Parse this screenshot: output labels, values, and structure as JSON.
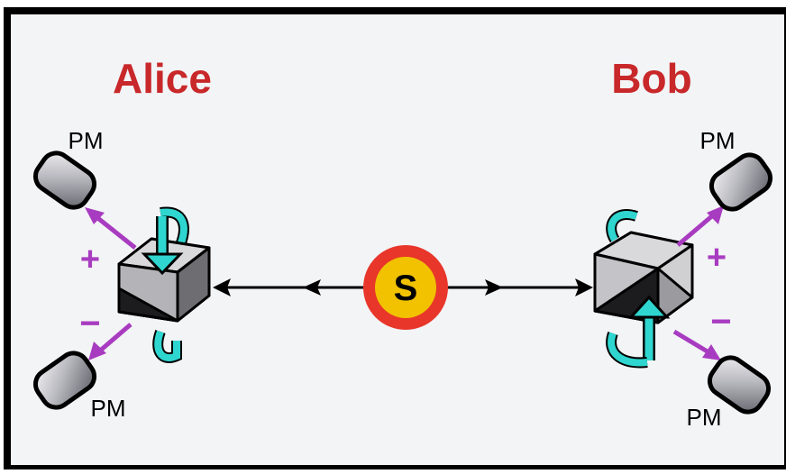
{
  "alice": {
    "name": "Alice",
    "detector_top": "PM",
    "detector_bottom": "PM",
    "plus": "+",
    "minus": "−"
  },
  "bob": {
    "name": "Bob",
    "detector_top": "PM",
    "detector_bottom": "PM",
    "plus": "+",
    "minus": "−"
  },
  "source": {
    "label": "S"
  },
  "colors": {
    "name_red": "#c8282a",
    "arrow_magenta": "#a83cc0",
    "rotation_cyan": "#2fd6d0",
    "source_outer": "#e8362a",
    "source_inner": "#f2c200",
    "background": "#f3f4f6",
    "frame": "#000000"
  }
}
